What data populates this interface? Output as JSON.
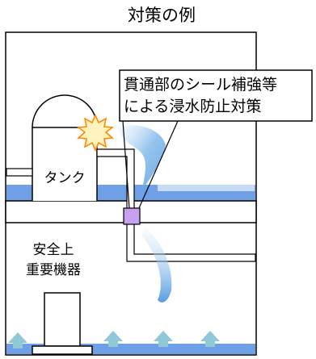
{
  "title": "対策の例",
  "callout": {
    "line1": "貫通部のシール補強等",
    "line2": "による浸水防止対策"
  },
  "tank_label": "タンク",
  "equipment_label": {
    "line1": "安全上",
    "line2": "重要機器"
  },
  "colors": {
    "water": "#6fa0e6",
    "water_stream": "#8ec3f0",
    "seal": "#c7a0f0",
    "flash": "#ff8a00",
    "arrow": "#8fc9d6",
    "outline": "#000000"
  }
}
